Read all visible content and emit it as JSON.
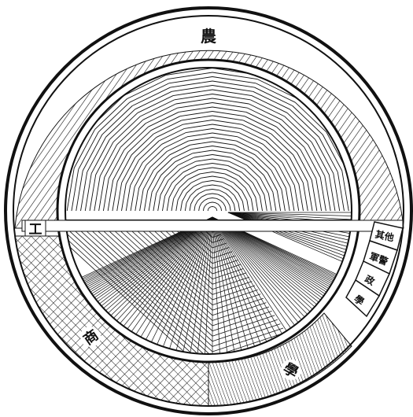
{
  "diagram": {
    "ink_color": "#111111",
    "paper_color": "#ffffff",
    "ring_labels": {
      "top": "農",
      "left": "工",
      "bottom_left": "商",
      "bottom_right": "學"
    },
    "band_labels": [
      "其他",
      "軍警",
      "政",
      "學"
    ]
  }
}
